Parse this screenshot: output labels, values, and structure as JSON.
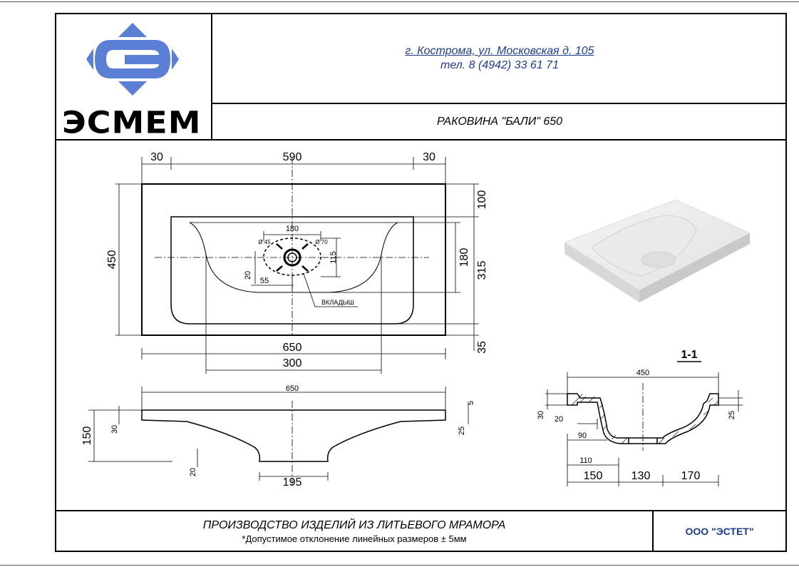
{
  "header": {
    "address_line1": "г. Кострома, ул. Московская д. 105",
    "address_line2": "тел. 8 (4942) 33 61 71",
    "product_title": "РАКОВИНА \"БАЛИ\" 650",
    "brand": "ЭСМЕМ"
  },
  "drawing": {
    "top_view": {
      "dim_left_margin": "30",
      "dim_width_inner": "590",
      "dim_right_margin": "30",
      "dim_overall_width": "650",
      "dim_bowl_width": "300",
      "dim_depth": "450",
      "dim_back": "100",
      "dim_bowl_depth": "315",
      "dim_front": "35",
      "dim_tap_spacing": "180",
      "dim_inner_180": "180",
      "dim_115": "115",
      "dim_d45": "Ø 45",
      "dim_d70": "Ø 70",
      "dim_20": "20",
      "dim_55": "55",
      "insert_label": "ВКЛАДЫШ"
    },
    "side_view": {
      "dim_width": "650",
      "dim_height": "150",
      "dim_30": "30",
      "dim_5": "5",
      "dim_25": "25",
      "dim_20": "20",
      "dim_195": "195"
    },
    "section": {
      "label": "1-1",
      "dim_450": "450",
      "dim_30": "30",
      "dim_20": "20",
      "dim_25": "25",
      "dim_90": "90",
      "dim_110": "110",
      "dim_150": "150",
      "dim_130": "130",
      "dim_170": "170"
    }
  },
  "footer": {
    "production": "ПРОИЗВОДСТВО ИЗДЕЛИЙ ИЗ ЛИТЬЕВОГО МРАМОРА",
    "tolerance": "*Допустимое отклонение линейных размеров ± 5мм",
    "company": "ООО \"ЭСТЕТ\""
  },
  "colors": {
    "logo_blue": "#5b7fd4",
    "text_blue": "#1f3c8c",
    "line": "#000000"
  }
}
